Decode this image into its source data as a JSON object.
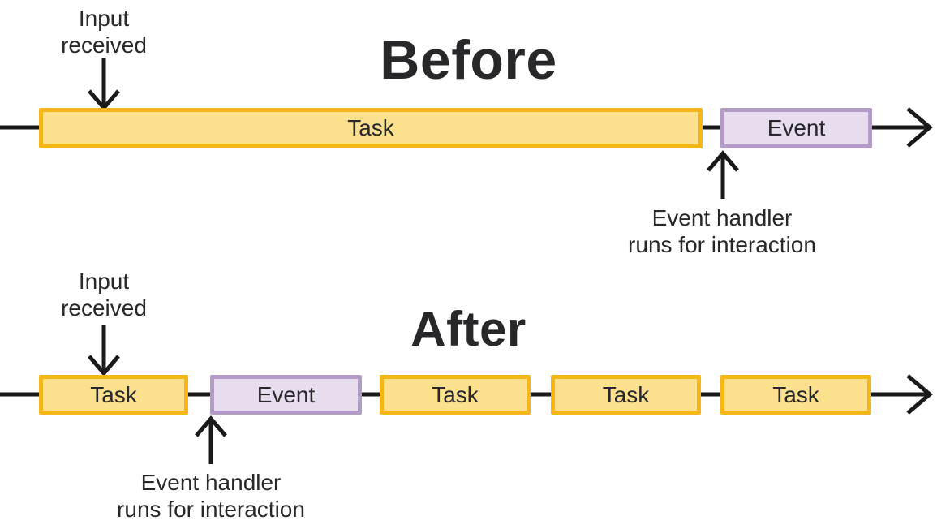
{
  "colors": {
    "task_fill": "#FBE08D",
    "task_border": "#F5B717",
    "event_fill": "#E8DCEF",
    "event_border": "#B49BC8",
    "text": "#28282B",
    "line": "#1A1A1A",
    "background": "#FFFFFF"
  },
  "before": {
    "title": "Before",
    "input_label": {
      "line1": "Input",
      "line2": "received"
    },
    "handler_label": {
      "line1": "Event handler",
      "line2": "runs for interaction"
    },
    "bars": [
      {
        "label": "Task",
        "type": "task"
      },
      {
        "label": "Event",
        "type": "event"
      }
    ]
  },
  "after": {
    "title": "After",
    "input_label": {
      "line1": "Input",
      "line2": "received"
    },
    "handler_label": {
      "line1": "Event handler",
      "line2": "runs for interaction"
    },
    "bars": [
      {
        "label": "Task",
        "type": "task"
      },
      {
        "label": "Event",
        "type": "event"
      },
      {
        "label": "Task",
        "type": "task"
      },
      {
        "label": "Task",
        "type": "task"
      },
      {
        "label": "Task",
        "type": "task"
      }
    ]
  }
}
